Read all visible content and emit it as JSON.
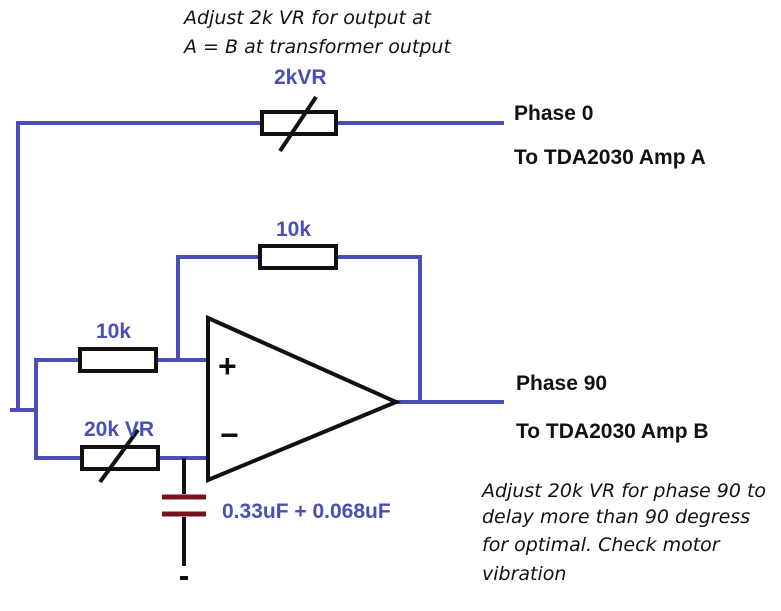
{
  "notes": {
    "top_line1": "Adjust 2k VR for output at",
    "top_line2": "A = B at transformer output",
    "bottom_line1": "Adjust 20k VR for phase 90 to",
    "bottom_line2": "delay more than 90 degress",
    "bottom_line3": "for optimal. Check motor",
    "bottom_line4": "vibration"
  },
  "components": {
    "vr_2k": "2kVR",
    "r_feedback": "10k",
    "r_input": "10k",
    "vr_20k": "20k VR",
    "capacitor": "0.33uF + 0.068uF"
  },
  "opamp": {
    "plus": "+",
    "minus": "−"
  },
  "outputs": {
    "phase0": "Phase 0",
    "phase0_dest": "To TDA2030 Amp A",
    "phase90": "Phase 90",
    "phase90_dest": "To TDA2030 Amp B"
  },
  "colors": {
    "wire": "#4a4fb5",
    "component": "#111111",
    "capacitor": "#7a1020"
  }
}
